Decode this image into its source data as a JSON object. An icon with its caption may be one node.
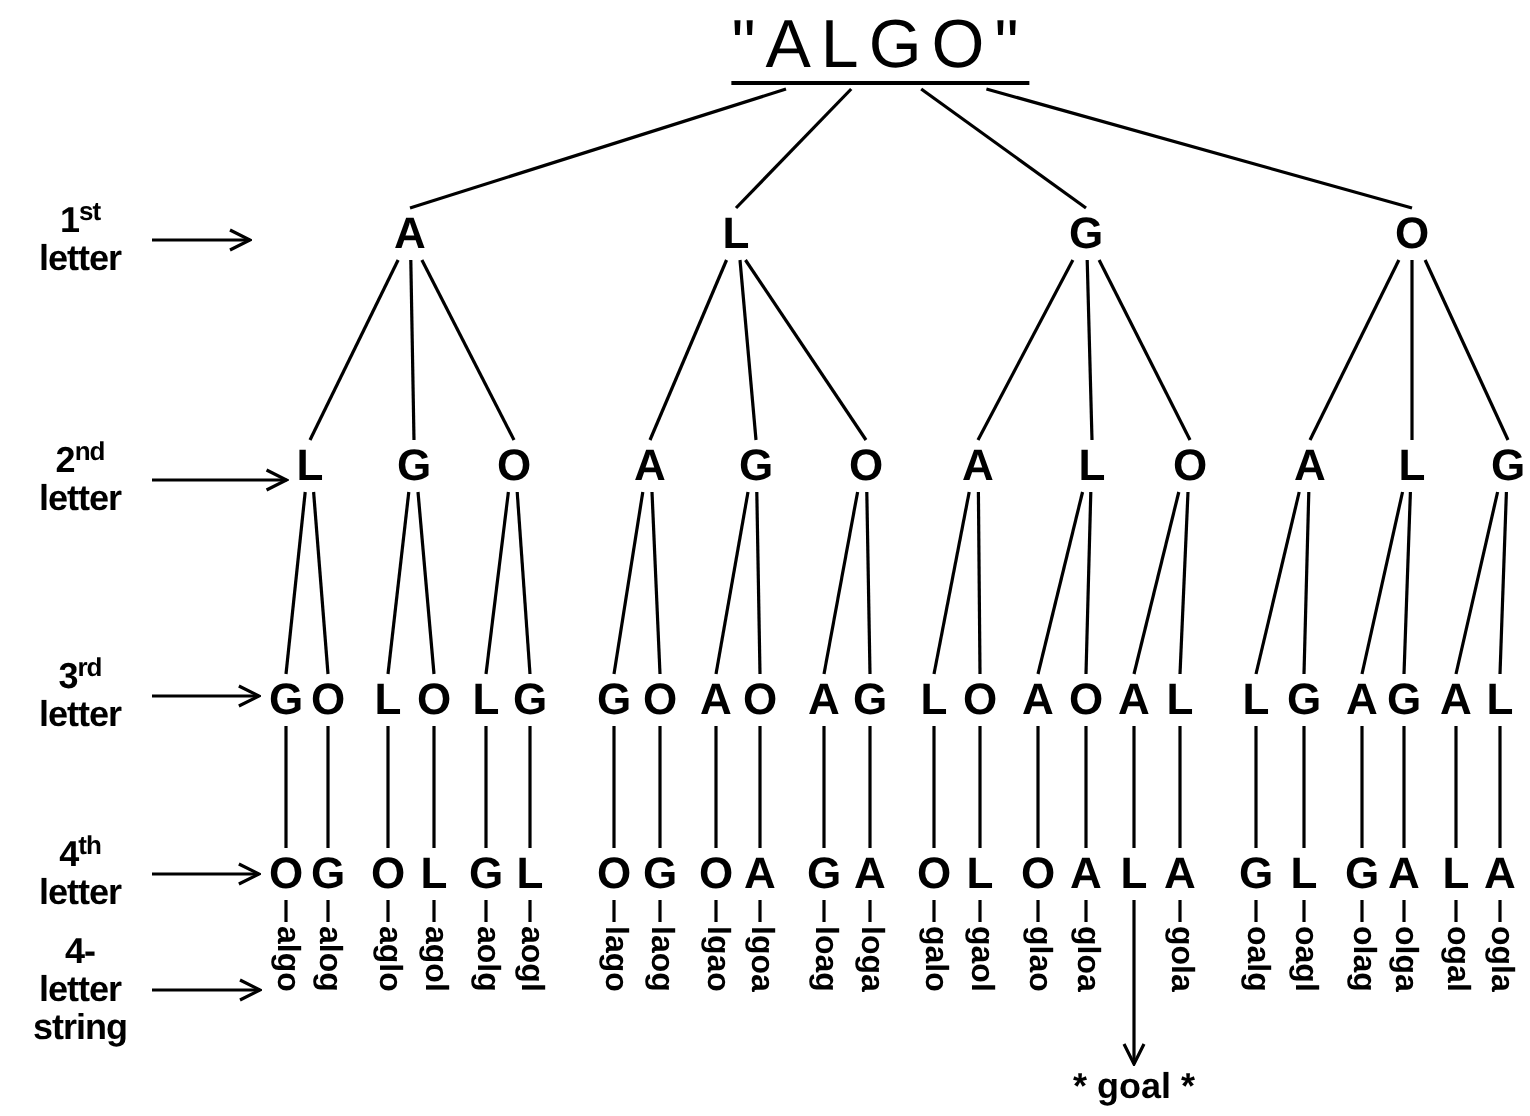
{
  "diagram": {
    "nodes": [
      {
        "text": [
          "\"ALGO\""
        ]
      },
      {
        "text": [
          "A"
        ]
      },
      {
        "text": [
          "L"
        ]
      },
      {
        "text": [
          "G"
        ]
      },
      {
        "text": [
          "O"
        ]
      },
      {
        "text": [
          "L"
        ]
      },
      {
        "text": [
          "G"
        ]
      },
      {
        "text": [
          "O"
        ]
      },
      {
        "text": [
          "A"
        ]
      },
      {
        "text": [
          "G"
        ]
      },
      {
        "text": [
          "O"
        ]
      },
      {
        "text": [
          "A"
        ]
      },
      {
        "text": [
          "L"
        ]
      },
      {
        "text": [
          "O"
        ]
      },
      {
        "text": [
          "A"
        ]
      },
      {
        "text": [
          "L"
        ]
      },
      {
        "text": [
          "G"
        ]
      },
      {
        "text": [
          "G"
        ]
      },
      {
        "text": [
          "O"
        ]
      },
      {
        "text": [
          "L"
        ]
      },
      {
        "text": [
          "O"
        ]
      },
      {
        "text": [
          "L"
        ]
      },
      {
        "text": [
          "G"
        ]
      },
      {
        "text": [
          "G"
        ]
      },
      {
        "text": [
          "O"
        ]
      },
      {
        "text": [
          "A"
        ]
      },
      {
        "text": [
          "O"
        ]
      },
      {
        "text": [
          "A"
        ]
      },
      {
        "text": [
          "G"
        ]
      },
      {
        "text": [
          "L"
        ]
      },
      {
        "text": [
          "O"
        ]
      },
      {
        "text": [
          "A"
        ]
      },
      {
        "text": [
          "O"
        ]
      },
      {
        "text": [
          "A"
        ]
      },
      {
        "text": [
          "L"
        ]
      },
      {
        "text": [
          "L"
        ]
      },
      {
        "text": [
          "G"
        ]
      },
      {
        "text": [
          "A"
        ]
      },
      {
        "text": [
          "G"
        ]
      },
      {
        "text": [
          "A"
        ]
      },
      {
        "text": [
          "L"
        ]
      },
      {
        "text": [
          "O"
        ]
      },
      {
        "text": [
          "G"
        ]
      },
      {
        "text": [
          "O"
        ]
      },
      {
        "text": [
          "L"
        ]
      },
      {
        "text": [
          "G"
        ]
      },
      {
        "text": [
          "L"
        ]
      },
      {
        "text": [
          "O"
        ]
      },
      {
        "text": [
          "G"
        ]
      },
      {
        "text": [
          "O"
        ]
      },
      {
        "text": [
          "A"
        ]
      },
      {
        "text": [
          "G"
        ]
      },
      {
        "text": [
          "A"
        ]
      },
      {
        "text": [
          "O"
        ]
      },
      {
        "text": [
          "L"
        ]
      },
      {
        "text": [
          "O"
        ]
      },
      {
        "text": [
          "A"
        ]
      },
      {
        "text": [
          "L"
        ]
      },
      {
        "text": [
          "A"
        ]
      },
      {
        "text": [
          "G"
        ]
      },
      {
        "text": [
          "L"
        ]
      },
      {
        "text": [
          "G"
        ]
      },
      {
        "text": [
          "A"
        ]
      },
      {
        "text": [
          "L"
        ]
      },
      {
        "text": [
          "A"
        ]
      },
      {
        "text": [
          "algo"
        ]
      },
      {
        "text": [
          "alog"
        ]
      },
      {
        "text": [
          "aglo"
        ]
      },
      {
        "text": [
          "agol"
        ]
      },
      {
        "text": [
          "aolg"
        ]
      },
      {
        "text": [
          "aogl"
        ]
      },
      {
        "text": [
          "lago"
        ]
      },
      {
        "text": [
          "laog"
        ]
      },
      {
        "text": [
          "lgao"
        ]
      },
      {
        "text": [
          "lgoa"
        ]
      },
      {
        "text": [
          "loag"
        ]
      },
      {
        "text": [
          "loga"
        ]
      },
      {
        "text": [
          "galo"
        ]
      },
      {
        "text": [
          "gaol"
        ]
      },
      {
        "text": [
          "glao"
        ]
      },
      {
        "text": [
          "gloa"
        ]
      },
      {
        "text": [
          "gola"
        ]
      },
      {
        "text": [
          "oalg"
        ]
      },
      {
        "text": [
          "oagl"
        ]
      },
      {
        "text": [
          "olag"
        ]
      },
      {
        "text": [
          "olga"
        ]
      },
      {
        "text": [
          "ogal"
        ]
      },
      {
        "text": [
          "ogla"
        ]
      },
      {
        "text": [
          "* goal *"
        ]
      },
      {
        "text": [
          "1$^{st}$ letter"
        ]
      },
      {
        "text": [
          "2$^{nd}$ letter"
        ]
      },
      {
        "text": [
          "3$^{rd}$ letter"
        ]
      },
      {
        "text": [
          "4$^{th}$ letter"
        ]
      },
      {
        "text": [
          "4-letter string"
        ]
      }
    ],
    "edges": [
      {
        "from": 0,
        "to": 1,
        "arrow": "none"
      },
      {
        "from": 0,
        "to": 2,
        "arrow": "none"
      },
      {
        "from": 0,
        "to": 3,
        "arrow": "none"
      },
      {
        "from": 0,
        "to": 4,
        "arrow": "none"
      },
      {
        "from": 1,
        "to": 5,
        "arrow": "none"
      },
      {
        "from": 1,
        "to": 6,
        "arrow": "none"
      },
      {
        "from": 1,
        "to": 7,
        "arrow": "none"
      },
      {
        "from": 2,
        "to": 8,
        "arrow": "none"
      },
      {
        "from": 2,
        "to": 9,
        "arrow": "none"
      },
      {
        "from": 2,
        "to": 10,
        "arrow": "none"
      },
      {
        "from": 3,
        "to": 11,
        "arrow": "none"
      },
      {
        "from": 3,
        "to": 12,
        "arrow": "none"
      },
      {
        "from": 3,
        "to": 13,
        "arrow": "none"
      },
      {
        "from": 4,
        "to": 14,
        "arrow": "none"
      },
      {
        "from": 4,
        "to": 15,
        "arrow": "none"
      },
      {
        "from": 4,
        "to": 16,
        "arrow": "none"
      },
      {
        "from": 5,
        "to": 17,
        "arrow": "none"
      },
      {
        "from": 5,
        "to": 18,
        "arrow": "none"
      },
      {
        "from": 6,
        "to": 19,
        "arrow": "none"
      },
      {
        "from": 6,
        "to": 20,
        "arrow": "none"
      },
      {
        "from": 7,
        "to": 21,
        "arrow": "none"
      },
      {
        "from": 7,
        "to": 22,
        "arrow": "none"
      },
      {
        "from": 8,
        "to": 23,
        "arrow": "none"
      },
      {
        "from": 8,
        "to": 24,
        "arrow": "none"
      },
      {
        "from": 9,
        "to": 25,
        "arrow": "none"
      },
      {
        "from": 9,
        "to": 26,
        "arrow": "none"
      },
      {
        "from": 10,
        "to": 27,
        "arrow": "none"
      },
      {
        "from": 10,
        "to": 28,
        "arrow": "none"
      },
      {
        "from": 11,
        "to": 29,
        "arrow": "none"
      },
      {
        "from": 11,
        "to": 30,
        "arrow": "none"
      },
      {
        "from": 12,
        "to": 31,
        "arrow": "none"
      },
      {
        "from": 12,
        "to": 32,
        "arrow": "none"
      },
      {
        "from": 13,
        "to": 33,
        "arrow": "none"
      },
      {
        "from": 13,
        "to": 34,
        "arrow": "none"
      },
      {
        "from": 14,
        "to": 35,
        "arrow": "none"
      },
      {
        "from": 14,
        "to": 36,
        "arrow": "none"
      },
      {
        "from": 15,
        "to": 37,
        "arrow": "none"
      },
      {
        "from": 15,
        "to": 38,
        "arrow": "none"
      },
      {
        "from": 16,
        "to": 39,
        "arrow": "none"
      },
      {
        "from": 16,
        "to": 40,
        "arrow": "none"
      },
      {
        "from": 17,
        "to": 41,
        "arrow": "none"
      },
      {
        "from": 18,
        "to": 42,
        "arrow": "none"
      },
      {
        "from": 19,
        "to": 43,
        "arrow": "none"
      },
      {
        "from": 20,
        "to": 44,
        "arrow": "none"
      },
      {
        "from": 21,
        "to": 45,
        "arrow": "none"
      },
      {
        "from": 22,
        "to": 46,
        "arrow": "none"
      },
      {
        "from": 23,
        "to": 47,
        "arrow": "none"
      },
      {
        "from": 24,
        "to": 48,
        "arrow": "none"
      },
      {
        "from": 25,
        "to": 49,
        "arrow": "none"
      },
      {
        "from": 26,
        "to": 50,
        "arrow": "none"
      },
      {
        "from": 27,
        "to": 51,
        "arrow": "none"
      },
      {
        "from": 28,
        "to": 52,
        "arrow": "none"
      },
      {
        "from": 29,
        "to": 53,
        "arrow": "none"
      },
      {
        "from": 30,
        "to": 54,
        "arrow": "none"
      },
      {
        "from": 31,
        "to": 55,
        "arrow": "none"
      },
      {
        "from": 32,
        "to": 56,
        "arrow": "none"
      },
      {
        "from": 33,
        "to": 57,
        "arrow": "none"
      },
      {
        "from": 34,
        "to": 58,
        "arrow": "none"
      },
      {
        "from": 35,
        "to": 59,
        "arrow": "none"
      },
      {
        "from": 36,
        "to": 60,
        "arrow": "none"
      },
      {
        "from": 37,
        "to": 61,
        "arrow": "none"
      },
      {
        "from": 38,
        "to": 62,
        "arrow": "none"
      },
      {
        "from": 39,
        "to": 63,
        "arrow": "none"
      },
      {
        "from": 40,
        "to": 64,
        "arrow": "none"
      },
      {
        "from": 41,
        "to": 65,
        "arrow": "none"
      },
      {
        "from": 42,
        "to": 66,
        "arrow": "none"
      },
      {
        "from": 43,
        "to": 67,
        "arrow": "none"
      },
      {
        "from": 44,
        "to": 68,
        "arrow": "none"
      },
      {
        "from": 45,
        "to": 69,
        "arrow": "none"
      },
      {
        "from": 46,
        "to": 70,
        "arrow": "none"
      },
      {
        "from": 47,
        "to": 71,
        "arrow": "none"
      },
      {
        "from": 48,
        "to": 72,
        "arrow": "none"
      },
      {
        "from": 49,
        "to": 73,
        "arrow": "none"
      },
      {
        "from": 50,
        "to": 74,
        "arrow": "none"
      },
      {
        "from": 51,
        "to": 75,
        "arrow": "none"
      },
      {
        "from": 52,
        "to": 76,
        "arrow": "none"
      },
      {
        "from": 53,
        "to": 77,
        "arrow": "none"
      },
      {
        "from": 54,
        "to": 78,
        "arrow": "none"
      },
      {
        "from": 55,
        "to": 79,
        "arrow": "none"
      },
      {
        "from": 56,
        "to": 80,
        "arrow": "none"
      },
      {
        "from": 57,
        "to": 88,
        "arrow": "to"
      },
      {
        "from": 58,
        "to": 81,
        "arrow": "none"
      },
      {
        "from": 59,
        "to": 82,
        "arrow": "none"
      },
      {
        "from": 60,
        "to": 83,
        "arrow": "none"
      },
      {
        "from": 61,
        "to": 84,
        "arrow": "none"
      },
      {
        "from": 62,
        "to": 85,
        "arrow": "none"
      },
      {
        "from": 63,
        "to": 86,
        "arrow": "none"
      },
      {
        "from": 64,
        "to": 87,
        "arrow": "none"
      },
      {
        "from": 89,
        "to": null,
        "arrow": "to"
      },
      {
        "from": 90,
        "to": 5,
        "arrow": "to"
      },
      {
        "from": 91,
        "to": 17,
        "arrow": "to"
      },
      {
        "from": 92,
        "to": 41,
        "arrow": "to"
      },
      {
        "from": 93,
        "to": 65,
        "arrow": "to"
      }
    ]
  }
}
